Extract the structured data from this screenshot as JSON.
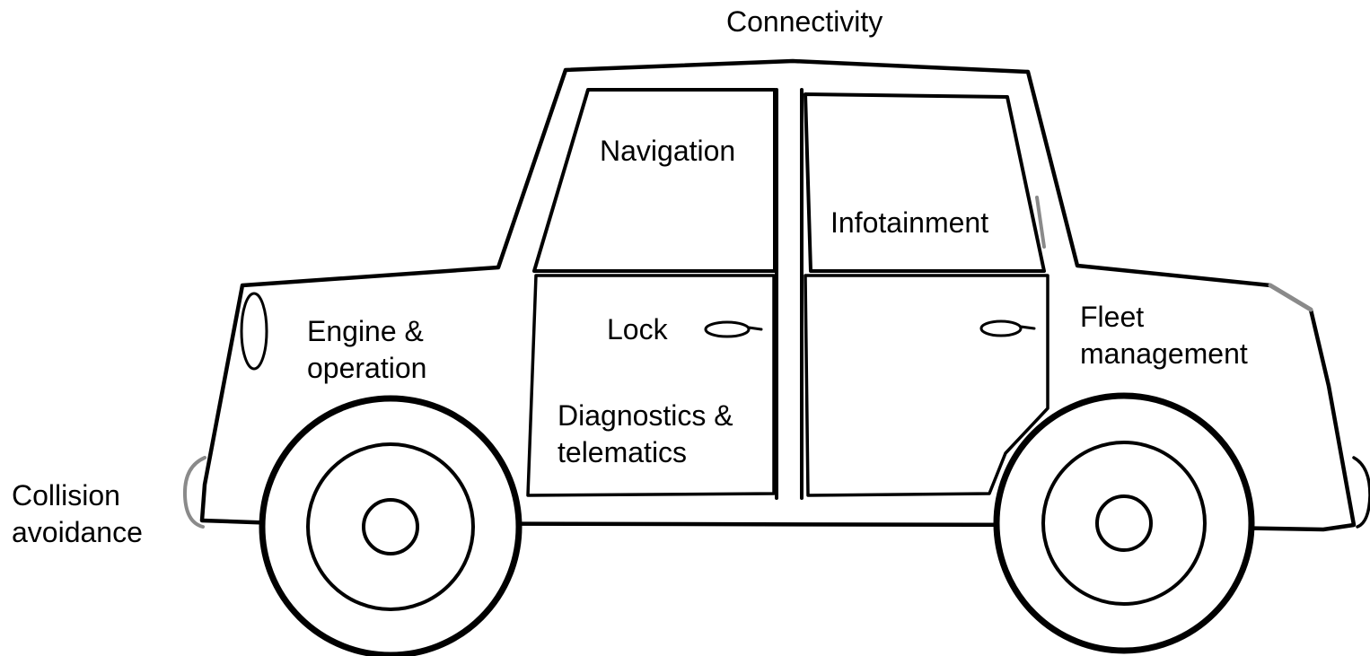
{
  "diagram": {
    "labels": {
      "connectivity": "Connectivity",
      "navigation": "Navigation",
      "infotainment": "Infotainment",
      "engine": [
        "Engine &",
        "operation"
      ],
      "lock": "Lock",
      "diagnostics": [
        "Diagnostics &",
        "telematics"
      ],
      "fleet": [
        "Fleet",
        "management"
      ],
      "collision": [
        "Collision",
        "avoidance"
      ]
    },
    "colors": {
      "outline": "#000000",
      "grey_accent": "#8a8a8a",
      "background": "#ffffff"
    }
  }
}
